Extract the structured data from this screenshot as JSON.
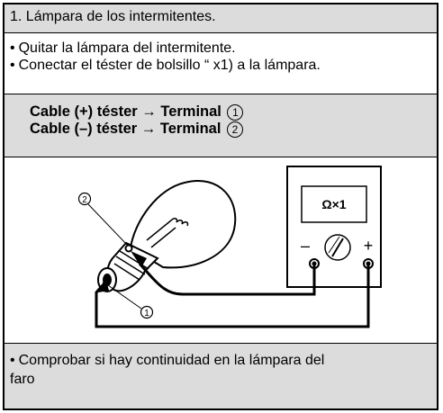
{
  "title": "1. Lámpara de los intermitentes.",
  "steps": [
    "Quitar la lámpara del intermitente.",
    "Conectar el téster de bolsillo “ x1) a la lámpara."
  ],
  "connections": [
    {
      "text": "Cable (+) téster → Terminal",
      "terminal": "1"
    },
    {
      "text": "Cable (–) téster → Terminal",
      "terminal": "2"
    }
  ],
  "figure": {
    "meter_display": "Ω×1",
    "callout_1": "1",
    "callout_2": "2",
    "minus_sign": "–",
    "plus_sign": "+"
  },
  "check": {
    "line1": "Comprobar si hay continuidad en la lámpara del",
    "line2": "faro"
  }
}
